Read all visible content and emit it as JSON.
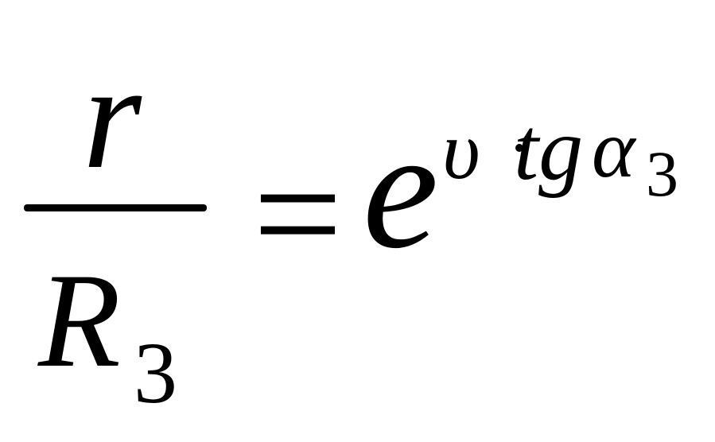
{
  "formula": {
    "numerator": {
      "symbol": "r"
    },
    "denominator": {
      "symbol": "R",
      "subscript": "3"
    },
    "operator": "=",
    "base": "e",
    "exponent": {
      "variable": "υ",
      "function": "tg",
      "argument": "α",
      "argument_subscript": "3"
    }
  }
}
